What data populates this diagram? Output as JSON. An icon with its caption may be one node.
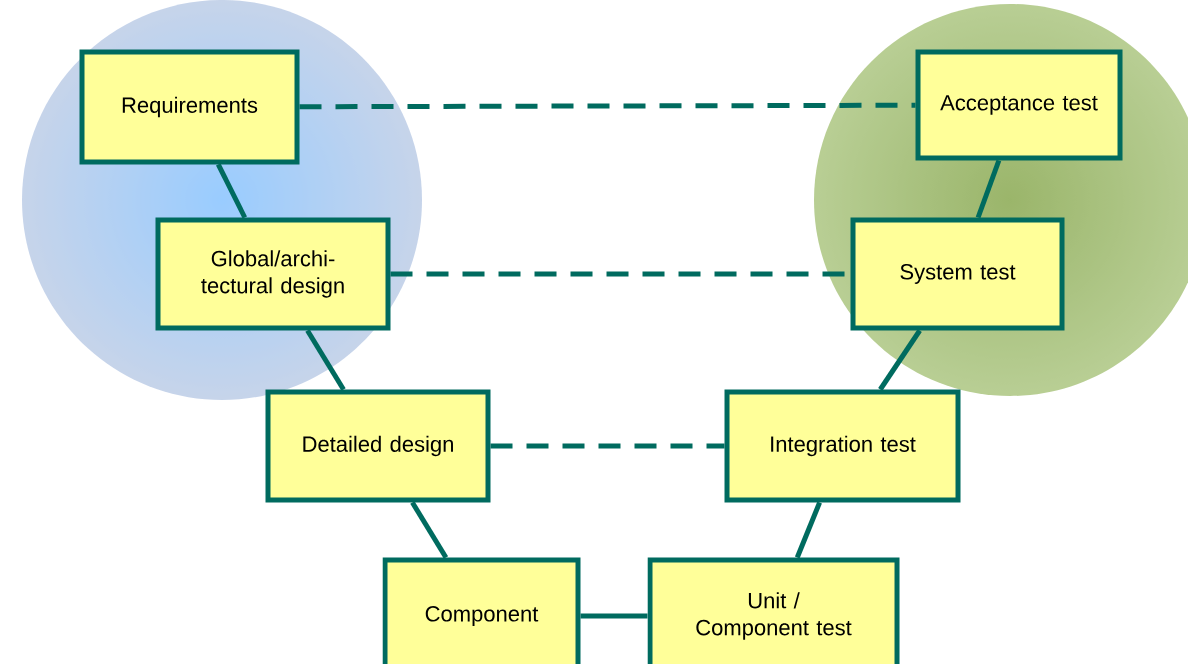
{
  "diagram": {
    "nodes": [
      {
        "text": [
          "Requirements"
        ]
      },
      {
        "text": [
          "Acceptance test"
        ]
      },
      {
        "text": [
          "Global/archi- tectural design"
        ]
      },
      {
        "text": [
          "System test"
        ]
      },
      {
        "text": [
          "Detailed design"
        ]
      },
      {
        "text": [
          "Integration test"
        ]
      },
      {
        "text": [
          "Component"
        ]
      },
      {
        "text": [
          "Unit / Component test"
        ]
      }
    ],
    "edges": [
      {
        "from": 0,
        "to": 2,
        "arrow": "none"
      },
      {
        "from": 2,
        "to": 4,
        "arrow": "none"
      },
      {
        "from": 4,
        "to": 6,
        "arrow": "none"
      },
      {
        "from": 6,
        "to": 7,
        "arrow": "none"
      },
      {
        "from": 7,
        "to": 5,
        "arrow": "none"
      },
      {
        "from": 5,
        "to": 3,
        "arrow": "none"
      },
      {
        "from": 3,
        "to": 1,
        "arrow": "none"
      },
      {
        "from": 0,
        "to": 1,
        "arrow": "none",
        "style": "dashed"
      },
      {
        "from": 2,
        "to": 3,
        "arrow": "none",
        "style": "dashed"
      },
      {
        "from": 4,
        "to": 5,
        "arrow": "none",
        "style": "dashed"
      }
    ]
  }
}
